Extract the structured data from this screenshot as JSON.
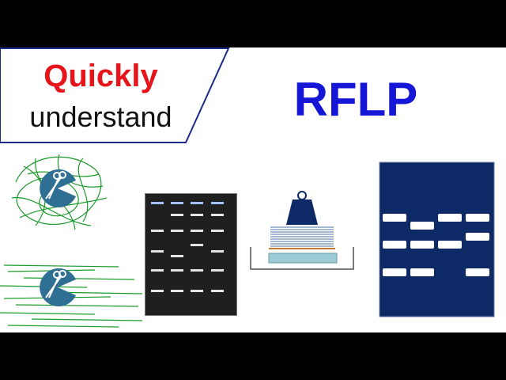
{
  "tagline": {
    "line1": "Quickly",
    "line2": "understand"
  },
  "title": "RFLP",
  "colors": {
    "tagline_accent": "#e8141b",
    "title": "#1616d6",
    "tagline_border": "#1b2a8c",
    "dna_strand": "#1a9a2a",
    "enzyme_body": "#2f6f93",
    "gel_background": "#1f1f1f",
    "gel_band": "#e6e6e6",
    "membrane_background": "#0d2a66",
    "blot_weight": "#0d2a66",
    "buffer_tray": "#9ccbd6"
  },
  "icons": [
    "tangled-genomic-dna-icon",
    "restriction-enzyme-scissors-icon",
    "cut-dna-fragments-icon",
    "agarose-gel-electrophoresis-icon",
    "southern-blot-transfer-stack-icon",
    "hybridized-membrane-bands-icon"
  ]
}
